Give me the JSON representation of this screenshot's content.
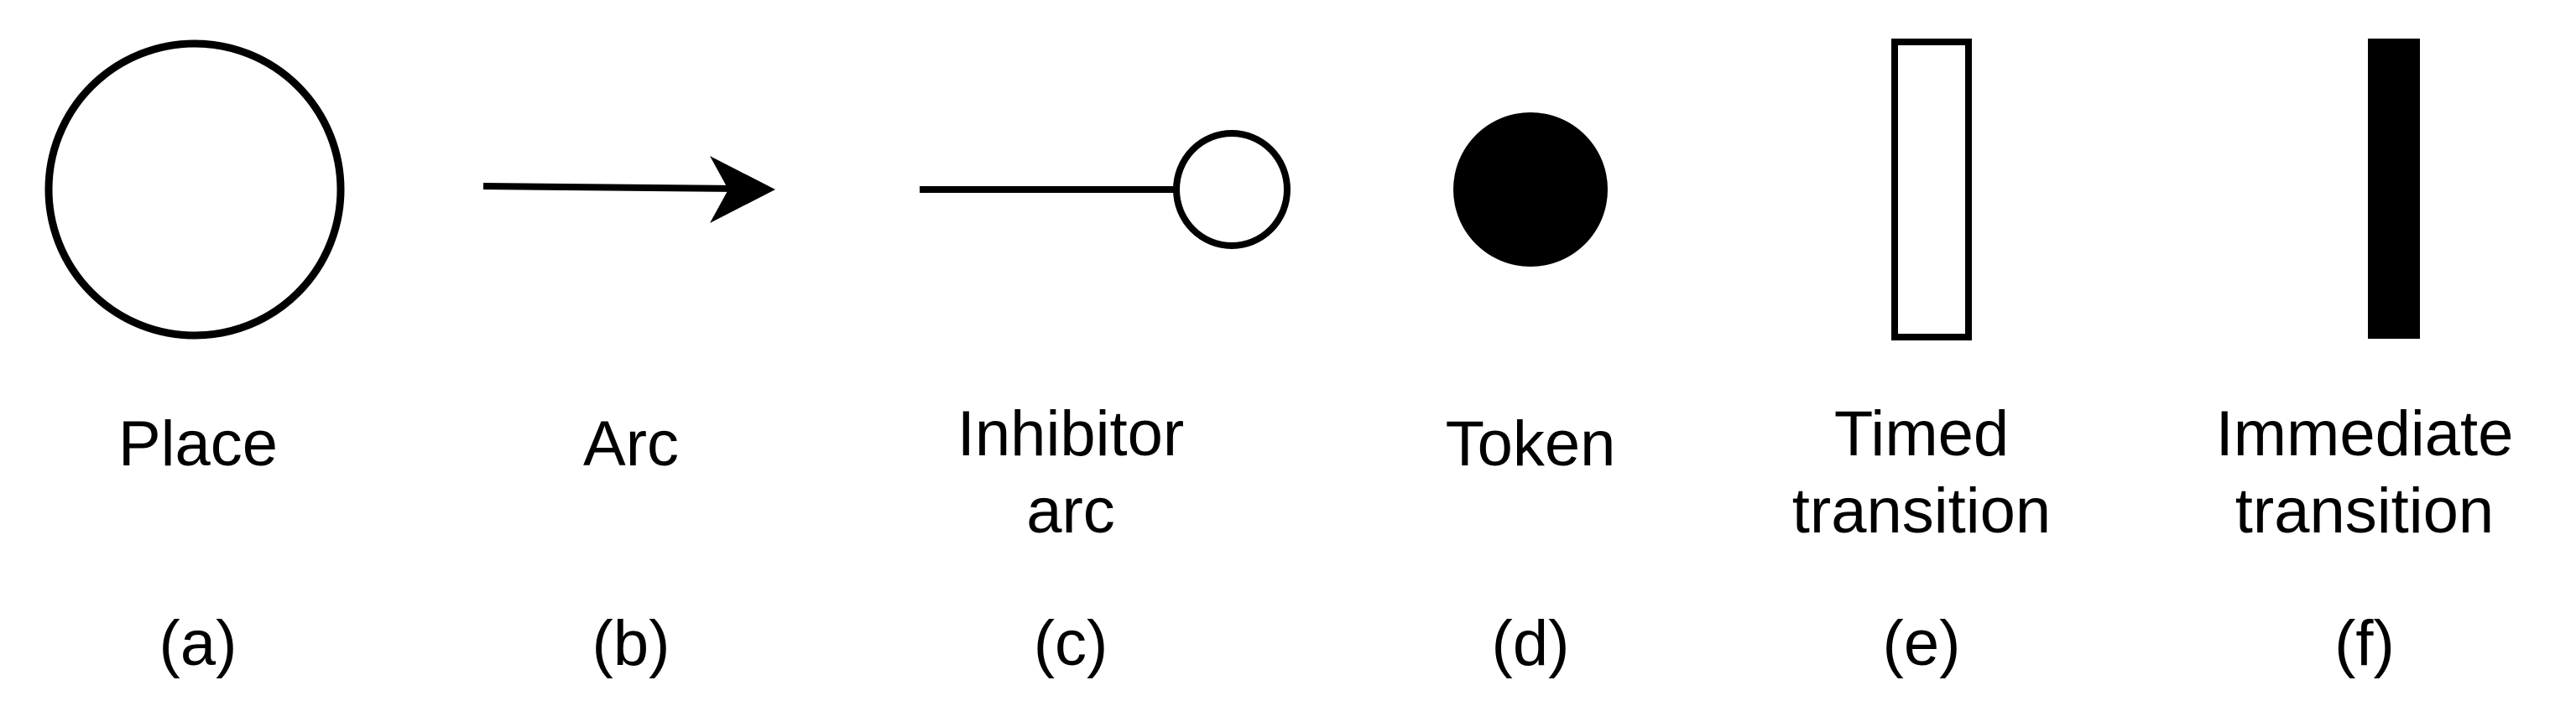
{
  "panels": [
    {
      "id": "place",
      "label": [
        "Place"
      ],
      "tag": "(a)"
    },
    {
      "id": "arc",
      "label": [
        "Arc"
      ],
      "tag": "(b)"
    },
    {
      "id": "inhibitor-arc",
      "label": [
        "Inhibitor",
        "arc"
      ],
      "tag": "(c)"
    },
    {
      "id": "token",
      "label": [
        "Token"
      ],
      "tag": "(d)"
    },
    {
      "id": "timed-transition",
      "label": [
        "Timed",
        "transition"
      ],
      "tag": "(e)"
    },
    {
      "id": "immediate-transition",
      "label": [
        "Immediate",
        "transition"
      ],
      "tag": "(f)"
    }
  ],
  "colors": {
    "stroke": "#000000",
    "fill": "#ffffff",
    "solid": "#000000"
  }
}
